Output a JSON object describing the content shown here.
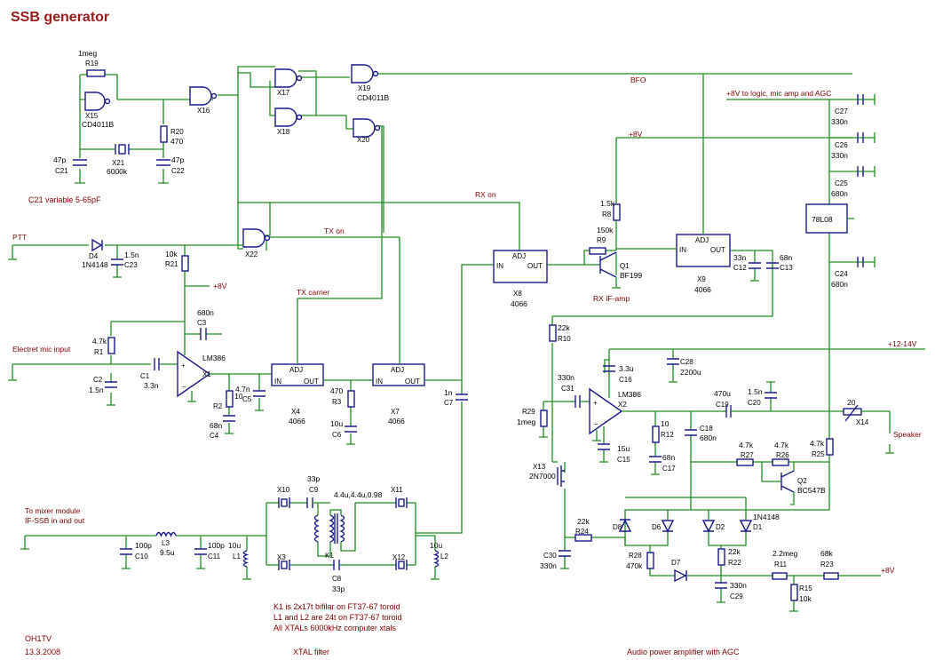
{
  "title": "SSB generator",
  "author": "OH1TV",
  "date": "13.3.2008",
  "section_titles": {
    "xtal_filter": "XTAL filter",
    "audio_amp": "Audio power amplifier with AGC"
  },
  "notes": {
    "c21_note": "C21 variable 5-65pF",
    "xtal_note1": "K1 is 2x17t bifilar on FT37-67 toroid",
    "xtal_note2": "L1 and L2 are 24t on FT37-67 toroid",
    "xtal_note3": "All XTALs 6000kHz computer xtals"
  },
  "nets": {
    "bfo": "BFO",
    "rx_on": "RX on",
    "tx_on": "TX on",
    "tx_carrier": "TX carrier",
    "ptt": "PTT",
    "mic": "Electret mic input",
    "mixer1": "To mixer module",
    "mixer2": "IF-SSB in and out",
    "plus8_supply": "+8V to logic, mic amp and AGC",
    "plus8_a": "+8V",
    "plus8_b": "+8V",
    "plus8_c": "+8V",
    "supply": "+12-14V",
    "speaker": "Speaker",
    "rx_if": "RX IF-amp"
  },
  "components": {
    "r19": {
      "ref": "R19",
      "val": "1meg"
    },
    "x15": {
      "ref": "X15",
      "val": "CD4011B"
    },
    "x16": {
      "ref": "X16"
    },
    "x17": {
      "ref": "X17"
    },
    "x18": {
      "ref": "X18"
    },
    "x19": {
      "ref": "X19",
      "val": "CD4011B"
    },
    "x20": {
      "ref": "X20"
    },
    "x22": {
      "ref": "X22"
    },
    "r20": {
      "ref": "R20",
      "val": "470"
    },
    "c21": {
      "ref": "C21",
      "val": "47p"
    },
    "c22": {
      "ref": "C22",
      "val": "47p"
    },
    "x21": {
      "ref": "X21",
      "val": "6000k"
    },
    "d4": {
      "ref": "D4",
      "val": "1N4148"
    },
    "c23": {
      "ref": "C23",
      "val": "1.5n"
    },
    "r21": {
      "ref": "R21",
      "val": "10k"
    },
    "c3": {
      "ref": "C3",
      "val": "680n"
    },
    "r1": {
      "ref": "R1",
      "val": "4.7k"
    },
    "c2": {
      "ref": "C2",
      "val": "1.5n"
    },
    "c1": {
      "ref": "C1",
      "val": "3.3n"
    },
    "x1": {
      "ref": "X1",
      "val": "LM386"
    },
    "r2": {
      "ref": "R2",
      "val": "10"
    },
    "c4": {
      "ref": "C4",
      "val": "68n"
    },
    "c5": {
      "ref": "C5",
      "val": "4.7n"
    },
    "x4": {
      "ref": "X4",
      "val": "4066"
    },
    "r3": {
      "ref": "R3",
      "val": "470"
    },
    "c6": {
      "ref": "C6",
      "val": "10u"
    },
    "x7": {
      "ref": "X7",
      "val": "4066"
    },
    "c7": {
      "ref": "C7",
      "val": "1n"
    },
    "x8": {
      "ref": "X8",
      "val": "4066"
    },
    "r8": {
      "ref": "R8",
      "val": "1.5k"
    },
    "r9": {
      "ref": "R9",
      "val": "150k"
    },
    "q1": {
      "ref": "Q1",
      "val": "BF199"
    },
    "x9": {
      "ref": "X9",
      "val": "4066"
    },
    "c12": {
      "ref": "C12",
      "val": "33n"
    },
    "c13": {
      "ref": "C13",
      "val": "68n"
    },
    "reg": {
      "ref": "78L08"
    },
    "c27": {
      "ref": "C27",
      "val": "330n"
    },
    "c26": {
      "ref": "C26",
      "val": "330n"
    },
    "c25": {
      "ref": "C25",
      "val": "680n"
    },
    "c24": {
      "ref": "C24",
      "val": "680n"
    },
    "r10": {
      "ref": "R10",
      "val": "22k"
    },
    "c28": {
      "ref": "C28",
      "val": "2200u"
    },
    "c16": {
      "ref": "C16",
      "val": "3.3u"
    },
    "c31": {
      "ref": "C31",
      "val": "330n"
    },
    "r29": {
      "ref": "R29",
      "val": "1meg"
    },
    "x2": {
      "ref": "X2",
      "val": "LM386"
    },
    "c15": {
      "ref": "C15",
      "val": "15u"
    },
    "r12": {
      "ref": "R12",
      "val": "10"
    },
    "c17": {
      "ref": "C17",
      "val": "68n"
    },
    "c18": {
      "ref": "C18",
      "val": "680n"
    },
    "c19": {
      "ref": "C19",
      "val": "470u"
    },
    "c20": {
      "ref": "C20",
      "val": "1.5n"
    },
    "x14": {
      "ref": "X14",
      "val": "20"
    },
    "x13": {
      "ref": "X13",
      "val": "2N7000"
    },
    "r24": {
      "ref": "R24",
      "val": "22k"
    },
    "c30": {
      "ref": "C30",
      "val": "330n"
    },
    "r27": {
      "ref": "R27",
      "val": "4.7k"
    },
    "r26": {
      "ref": "R26",
      "val": "4.7k"
    },
    "r25": {
      "ref": "R25",
      "val": "4.7k"
    },
    "q2": {
      "ref": "Q2",
      "val": "BC547B"
    },
    "d8": {
      "ref": "D8"
    },
    "d6": {
      "ref": "D6"
    },
    "d2": {
      "ref": "D2"
    },
    "d1": {
      "ref": "D1",
      "val": "1N4148"
    },
    "r28": {
      "ref": "R28",
      "val": "470k"
    },
    "d7": {
      "ref": "D7"
    },
    "r22": {
      "ref": "R22",
      "val": "22k"
    },
    "c29": {
      "ref": "C29",
      "val": "330n"
    },
    "r11": {
      "ref": "R11",
      "val": "2.2meg"
    },
    "r15": {
      "ref": "R15",
      "val": "10k"
    },
    "r23": {
      "ref": "R23",
      "val": "68k"
    },
    "c10": {
      "ref": "C10",
      "val": "100p"
    },
    "l3": {
      "ref": "L3",
      "val": "9.5u"
    },
    "c11": {
      "ref": "C11",
      "val": "100p"
    },
    "l1": {
      "ref": "L1",
      "val": "10u"
    },
    "l2": {
      "ref": "L2",
      "val": "10u"
    },
    "x10": {
      "ref": "X10"
    },
    "x11": {
      "ref": "X11"
    },
    "x3": {
      "ref": "X3"
    },
    "x12": {
      "ref": "X12"
    },
    "c9": {
      "ref": "C9",
      "val": "33p"
    },
    "c8": {
      "ref": "C8",
      "val": "33p"
    },
    "k1": {
      "ref": "K1",
      "val": "4.4u,4.4u,0.98"
    },
    "adj": "ADJ",
    "in": "IN",
    "out": "OUT"
  }
}
